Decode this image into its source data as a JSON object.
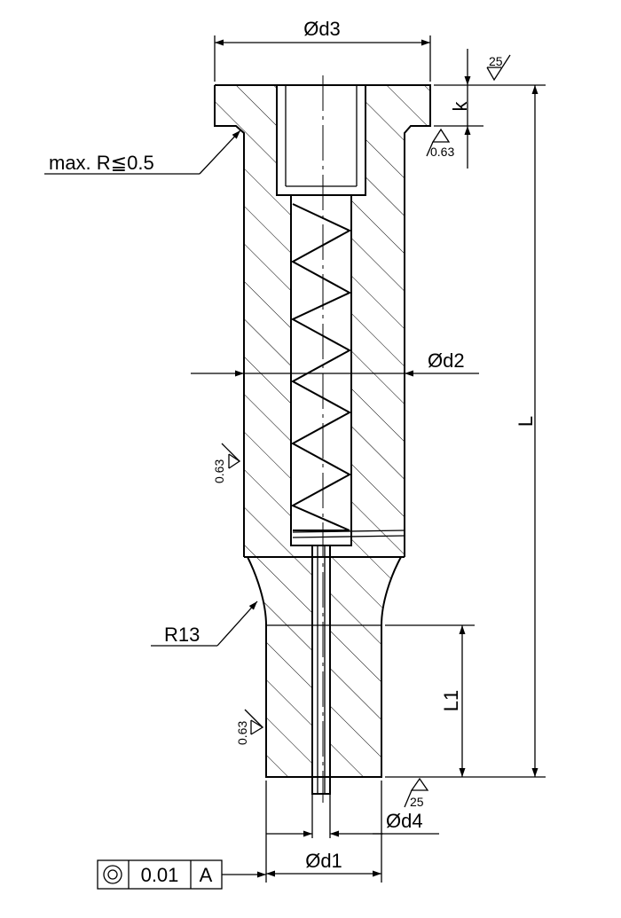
{
  "dimensions": {
    "d3": "Ød3",
    "d2": "Ød2",
    "d1": "Ød1",
    "d4": "Ød4",
    "L": "L",
    "L1": "L1",
    "k": "k"
  },
  "notes": {
    "max_radius": "max. R≦0.5",
    "radius": "R13"
  },
  "roughness": {
    "top": "25",
    "head_underside": "0.63",
    "body": "0.63",
    "tip": "0.63",
    "bottom": "25"
  },
  "tolerance_frame": {
    "symbol": "concentricity",
    "value": "0.01",
    "datum": "A"
  }
}
